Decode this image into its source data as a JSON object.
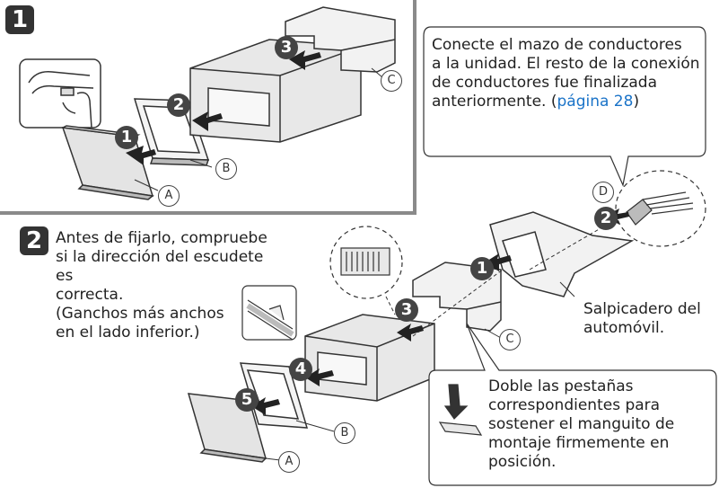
{
  "steps": {
    "step1": "1",
    "step2": "2"
  },
  "numbers": {
    "n1_1": "1",
    "n1_2": "2",
    "n1_3": "3",
    "n2_1": "1",
    "n2_2": "2",
    "n2_3": "3",
    "n2_4": "4",
    "n2_5": "5"
  },
  "labels": {
    "a": "A",
    "b": "B",
    "c": "C",
    "d": "D"
  },
  "callouts": {
    "top_right": {
      "text": "Conecte el mazo de conductores\na la unidad. El resto de la conexión\nde conductores fue finalizada\nanteriormente. (",
      "link": "página 28",
      "close": ")"
    },
    "left_check": {
      "line1": "Antes de fijarlo, compruebe",
      "line2": "si la dirección del escudete es",
      "line3": "correcta.",
      "line4": "(Ganchos más anchos",
      "line5": "en el lado inferior.)"
    },
    "dashboard": "Salpicadero del\nautomóvil.",
    "bend_tabs": "Doble las pestañas\ncorrespondientes para\nsostener el manguito de\nmontaje firmemente en\nposición."
  }
}
